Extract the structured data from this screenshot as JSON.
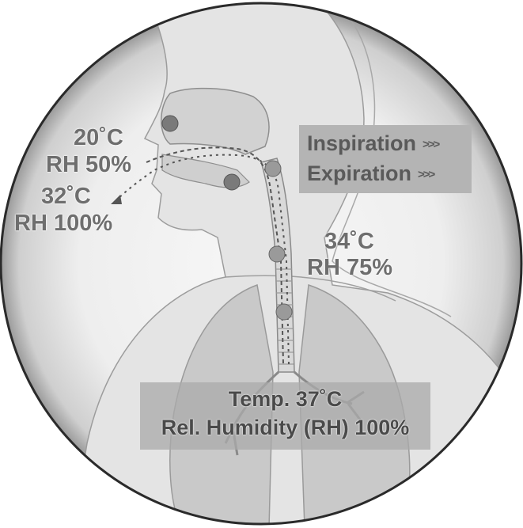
{
  "labels": {
    "ambient_temp": "20˚C",
    "ambient_rh": "RH 50%",
    "exhaled_temp": "32˚C",
    "exhaled_rh": "RH 100%",
    "trachea_temp": "34˚C",
    "trachea_rh": "RH 75%"
  },
  "legend": {
    "inspiration": "Inspiration",
    "expiration": "Expiration",
    "arrow_glyph": ">>>"
  },
  "alveoli": {
    "temp": "Temp. 37˚C",
    "humidity": "Rel. Humidity (RH) 100%"
  },
  "colors": {
    "background_circle": "#f2f2f2",
    "body_fill": "#d6d6d6",
    "outline": "#8a8a8a",
    "marker": "#7a7a7a",
    "airway_marker": "#9a9a9a",
    "text": "#6e6e6e"
  }
}
